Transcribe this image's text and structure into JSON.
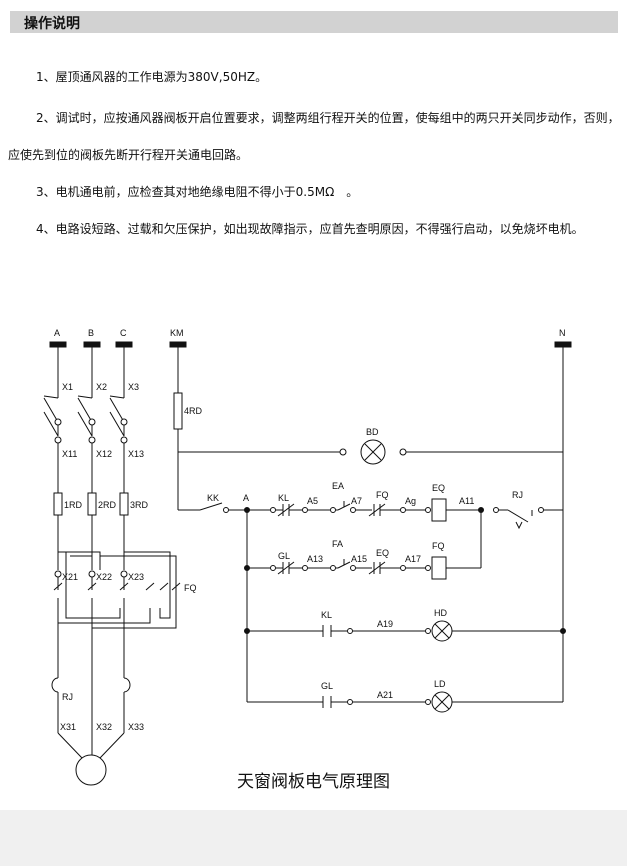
{
  "section_title": "操作说明",
  "instructions": [
    "1、屋顶通风器的工作电源为380V,50HZ。",
    "2、调试时，应按通风器阀板开启位置要求，调整两组行程开关的位置，使每组中的两只开关同步动作，否则，应使先到位的阀板先断开行程开关通电回路。",
    "3、电机通电前，应检查其对地绝缘电阻不得小于0.5MΩ　。",
    "4、电路设短路、过载和欠压保护，如出现故障指示，应首先查明原因，不得强行启动，以免烧坏电机。"
  ],
  "diagram": {
    "caption": "天窗阀板电气原理图",
    "terminals": {
      "a": "A",
      "b": "B",
      "c": "C",
      "km": "KM",
      "n": "N"
    },
    "labels": {
      "x1": "X1",
      "x2": "X2",
      "x3": "X3",
      "x11": "X11",
      "x12": "X12",
      "x13": "X13",
      "rd1": "1RD",
      "rd2": "2RD",
      "rd3": "3RD",
      "rd4": "4RD",
      "x21": "X21",
      "x22": "X22",
      "x23": "X23",
      "fq_left": "FQ",
      "rj_left": "RJ",
      "x31": "X31",
      "x32": "X32",
      "x33": "X33",
      "bd": "BD",
      "kk": "KK",
      "a_node": "A",
      "kl": "KL",
      "a5": "A5",
      "ea": "EA",
      "a7": "A7",
      "fq1": "FQ",
      "ag": "Ag",
      "eq1": "EQ",
      "a11": "A11",
      "rj": "RJ",
      "gl": "GL",
      "a13": "A13",
      "fa": "FA",
      "a15": "A15",
      "eq2": "EQ",
      "a17": "A17",
      "fq2": "FQ",
      "kl2": "KL",
      "a19": "A19",
      "hd": "HD",
      "gl2": "GL",
      "a21": "A21",
      "ld": "LD"
    }
  }
}
